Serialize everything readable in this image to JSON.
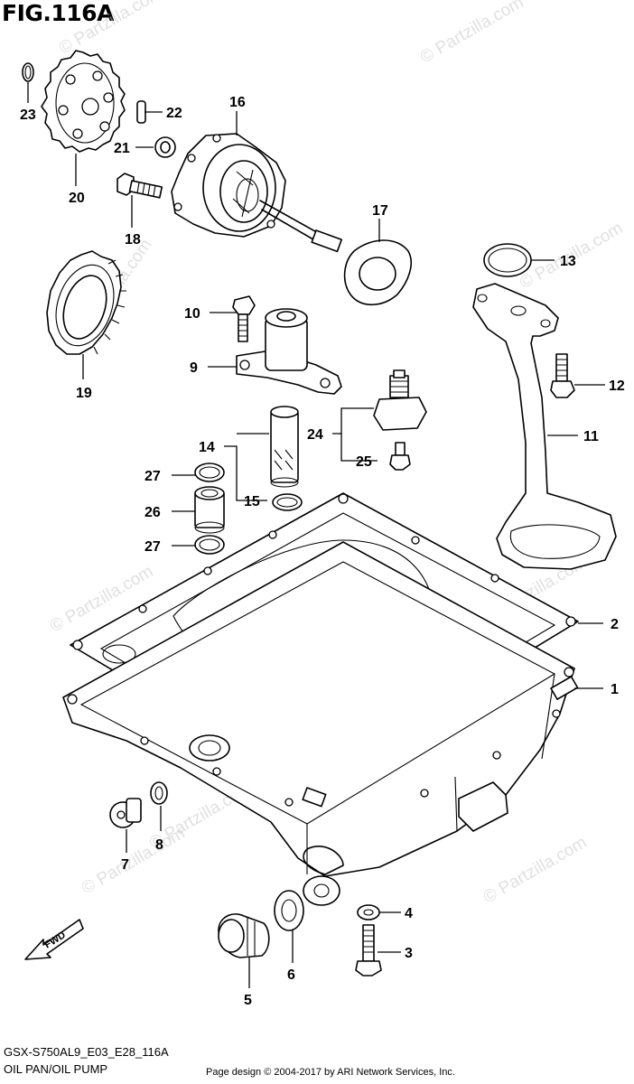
{
  "title": "FIG.116A",
  "watermark": "© Partzilla.com",
  "fwd_label": "FWD",
  "part_numbers": [
    "1",
    "2",
    "3",
    "4",
    "5",
    "6",
    "7",
    "8",
    "9",
    "10",
    "11",
    "12",
    "13",
    "14",
    "15",
    "16",
    "17",
    "18",
    "19",
    "20",
    "21",
    "22",
    "23",
    "24",
    "25",
    "26",
    "27",
    "27"
  ],
  "footer": {
    "model_code": "GSX-S750AL9_E03_E28_116A",
    "section_name": "OIL PAN/OIL PUMP",
    "credit": "Page design © 2004-2017 by ARI Network Services, Inc."
  }
}
